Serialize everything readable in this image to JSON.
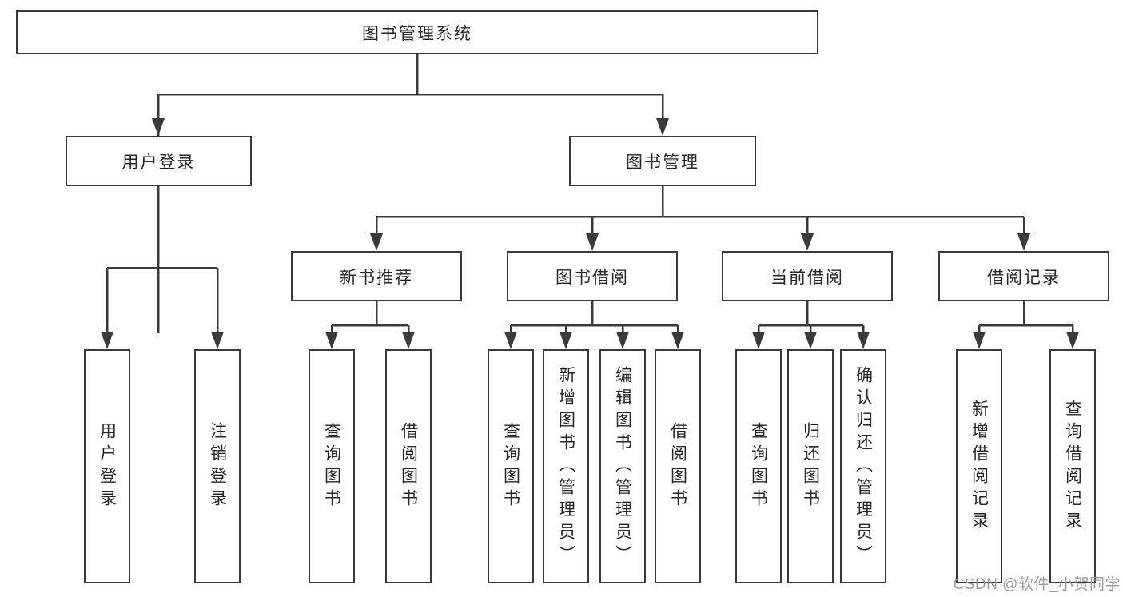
{
  "diagram": {
    "background": "#ffffff",
    "line_color": "#3a3a3a",
    "text_color": "#262626",
    "watermark": {
      "text": "CSDN @软件_小贺同学",
      "color": "#9b9b9b"
    },
    "tree": {
      "root": {
        "label": "图书管理系统"
      },
      "user_login": {
        "label": "用户登录",
        "children": [
          {
            "label": "用户登录"
          },
          {
            "label": "注销登录"
          }
        ]
      },
      "book_mgmt": {
        "label": "图书管理",
        "sections": [
          {
            "label": "新书推荐",
            "children": [
              {
                "label": "查询图书"
              },
              {
                "label": "借阅图书"
              }
            ]
          },
          {
            "label": "图书借阅",
            "children": [
              {
                "label": "查询图书"
              },
              {
                "label": "新增图书（管理员）"
              },
              {
                "label": "编辑图书（管理员）"
              },
              {
                "label": "借阅图书"
              }
            ]
          },
          {
            "label": "当前借阅",
            "children": [
              {
                "label": "查询图书"
              },
              {
                "label": "归还图书"
              },
              {
                "label": "确认归还（管理员）"
              }
            ]
          },
          {
            "label": "借阅记录",
            "children": [
              {
                "label": "新增借阅记录"
              },
              {
                "label": "查询借阅记录"
              }
            ]
          }
        ]
      }
    }
  }
}
